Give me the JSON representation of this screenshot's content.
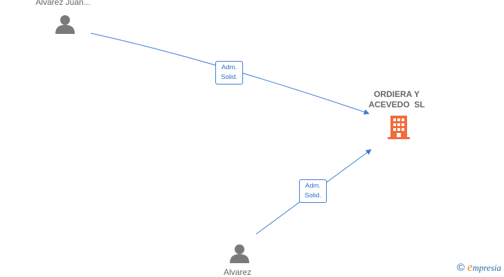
{
  "nodes": {
    "person_top": {
      "label": "Alvarez Juan..."
    },
    "person_bottom": {
      "label": "Alvarez"
    },
    "company": {
      "label_line1": "ORDIERA Y",
      "label_line2": "ACEVEDO  SL"
    }
  },
  "edges": [
    {
      "label_line1": "Adm.",
      "label_line2": "Solid."
    },
    {
      "label_line1": "Adm.",
      "label_line2": "Solid."
    }
  ],
  "brand": {
    "copyright": "©",
    "initial": "e",
    "rest": "mpresia"
  },
  "colors": {
    "edge": "#3a7bd5",
    "person": "#7a7a7a",
    "company": "#f26b3a"
  }
}
